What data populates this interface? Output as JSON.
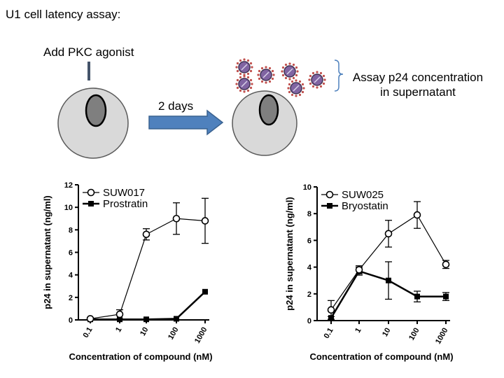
{
  "diagram": {
    "title": "U1 cell latency assay:",
    "step1_label": "Add PKC agonist",
    "step2_label": "2 days",
    "step3_label": "Assay p24 concentration in supernatant"
  },
  "colors": {
    "cell_fill": "#d9d9d9",
    "nucleus_fill": "#7f7f7f",
    "arrow_fill": "#4f81bd",
    "virus_fill": "#8064a2",
    "virus_spikes": "#c0504d"
  },
  "chart_data": [
    {
      "type": "line",
      "x": [
        "0.1",
        "1",
        "10",
        "100",
        "1000"
      ],
      "xlabel": "Concentration of compound (nM)",
      "ylabel": "p24 in supernatant (ng/ml)",
      "ylim": [
        0,
        12
      ],
      "yticks": [
        0,
        2,
        4,
        6,
        8,
        10,
        12
      ],
      "xscale": "log",
      "legend_position": "top-left",
      "series": [
        {
          "name": "SUW017",
          "marker": "open-circle",
          "values": [
            0.1,
            0.5,
            7.6,
            9.0,
            8.8
          ],
          "errors": [
            0.1,
            0.4,
            0.5,
            1.4,
            2.0
          ]
        },
        {
          "name": "Prostratin",
          "marker": "filled-square",
          "values": [
            0.05,
            0.05,
            0.05,
            0.1,
            2.5
          ],
          "errors": [
            0,
            0,
            0,
            0,
            0
          ]
        }
      ]
    },
    {
      "type": "line",
      "x": [
        "0.1",
        "1",
        "10",
        "100",
        "1000"
      ],
      "xlabel": "Concentration of compound (nM)",
      "ylabel": "p24 in supernatant (ng/ml)",
      "ylim": [
        0,
        10
      ],
      "yticks": [
        0,
        2,
        4,
        6,
        8,
        10
      ],
      "xscale": "log",
      "legend_position": "top-left",
      "series": [
        {
          "name": "SUW025",
          "marker": "open-circle",
          "values": [
            0.8,
            3.8,
            6.5,
            7.9,
            4.2
          ],
          "errors": [
            0.7,
            0.3,
            1.0,
            1.0,
            0.3
          ]
        },
        {
          "name": "Bryostatin",
          "marker": "filled-square",
          "values": [
            0.2,
            3.7,
            3.0,
            1.8,
            1.8
          ],
          "errors": [
            0.1,
            0.3,
            1.4,
            0.4,
            0.3
          ]
        }
      ]
    }
  ]
}
